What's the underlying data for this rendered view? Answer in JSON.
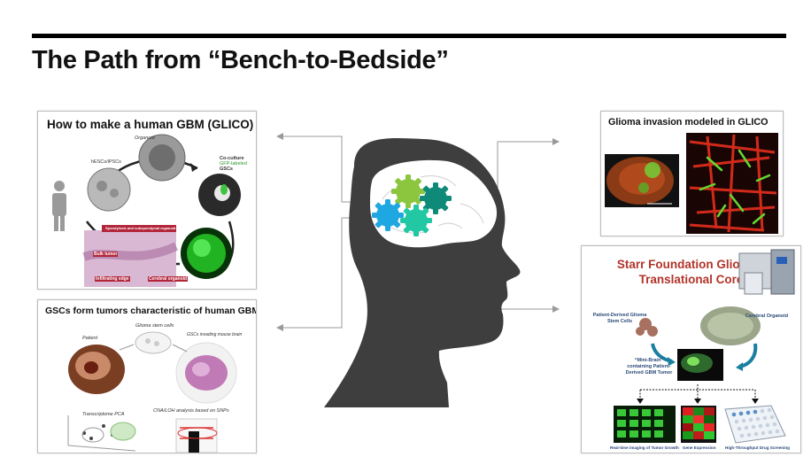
{
  "slide": {
    "title": "The Path from “Bench-to-Bedside”"
  },
  "panels": {
    "glico": {
      "title": "How to make a human GBM (GLICO)",
      "labels": {
        "organoid": "Organoid",
        "hesc": "hESCs/iPSCs",
        "coculture": "Co-culture",
        "gfp": "GFP-labeled",
        "gscs": "GSCs",
        "spread": "Spondylosis and subependymal organoid cells",
        "bulk": "Bulk tumor",
        "infiltrating": "Infiltrating edge",
        "cerebral": "Cerebral organoid"
      }
    },
    "tumors": {
      "title": "GSCs form tumors characteristic of human GBMs",
      "labels": {
        "glioma_stem": "Glioma stem cells",
        "patient": "Patient",
        "invading": "GSCs invading mouse brain",
        "pca": "Transcriptome PCA",
        "cna": "CNA/LOH analysis based on SNPs"
      }
    },
    "invasion": {
      "title": "Glioma invasion modeled in GLICO"
    },
    "starr": {
      "title_line1": "Starr Foundation Glionoid",
      "title_line2": "Translational Core",
      "patient_derived": "Patient-Derived Glioma Stem Cells",
      "cerebral_organoid": "Cerebral Organoid",
      "mini_brain": "“Mini-Brain” containing Patient-Derived GBM Tumor",
      "captions": [
        "Real-time imaging of Tumor Growth",
        "Gene Expression",
        "High-Throughput Drug Screening"
      ]
    }
  },
  "colors": {
    "arrow": "#9a9a9a",
    "head": "#3e3e3e",
    "gear_lime": "#8cc63f",
    "gear_teal": "#0f8a78",
    "gear_blue": "#1ea7e1",
    "gear_aqua": "#22c7a4",
    "starr_red": "#b3342a",
    "starr_blue": "#2b4a7a"
  }
}
